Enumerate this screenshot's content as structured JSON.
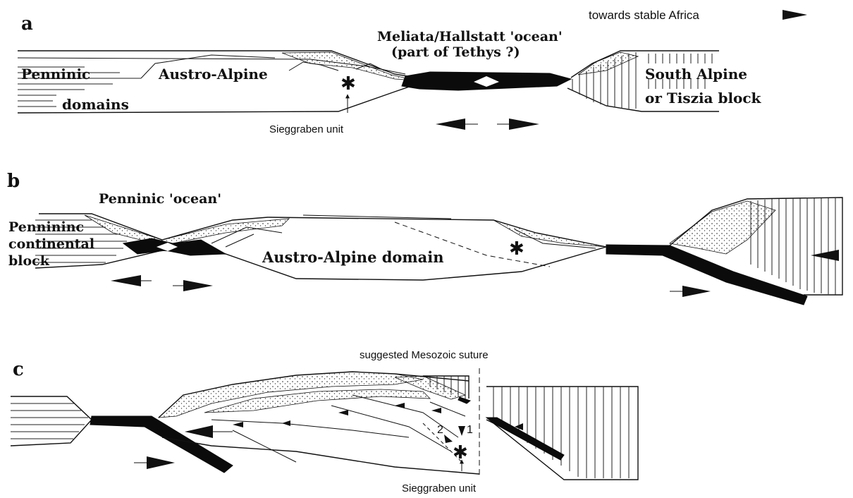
{
  "panels": {
    "a": {
      "letter": "a",
      "direction_note": "towards stable Africa",
      "ocean_title_line1": "Meliata/Hallstatt 'ocean'",
      "ocean_title_line2": "(part of Tethys ?)",
      "penninic_line1": "Penninic",
      "penninic_line2": "domains",
      "austroalpine": "Austro-Alpine",
      "south_alpine_line1": "South Alpine",
      "south_alpine_line2": "or Tiszia block",
      "sieggraben": "Sieggraben unit"
    },
    "b": {
      "letter": "b",
      "ocean": "Penninic 'ocean'",
      "block_line1": "Pennininc",
      "block_line2": "continental",
      "block_line3": "block",
      "domain": "Austro-Alpine domain"
    },
    "c": {
      "letter": "c",
      "suture": "suggested Mesozoic suture",
      "label_2": "2",
      "label_1": "1",
      "sieggraben": "Sieggraben unit"
    }
  },
  "colors": {
    "ink": "#111111",
    "ocean_crust": "#0b0b0b",
    "background": "#ffffff"
  }
}
